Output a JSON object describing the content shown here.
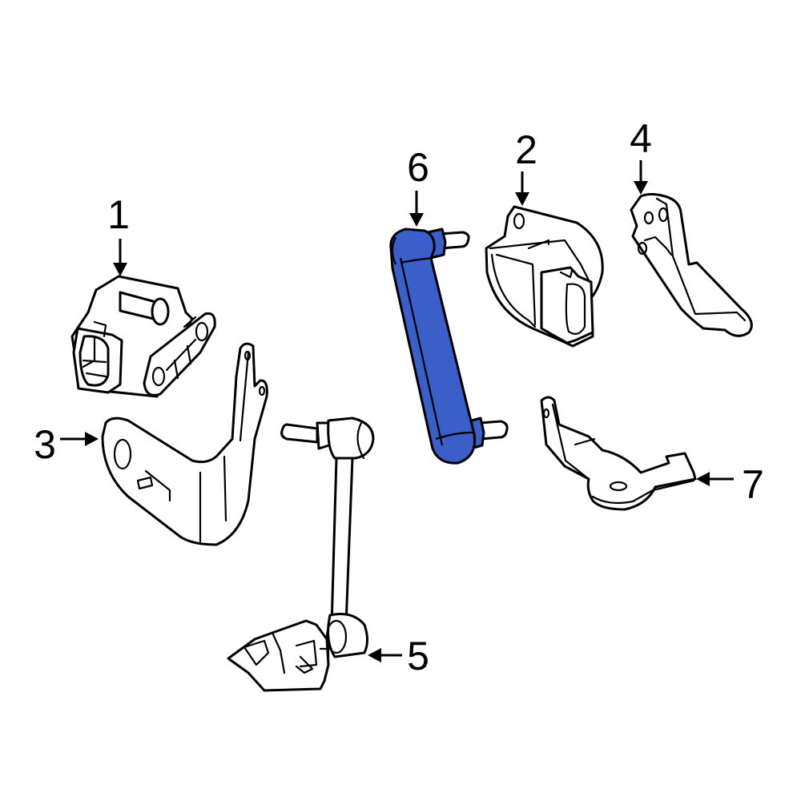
{
  "diagram": {
    "highlight_color": "#3a5fc8",
    "line_color": "#000000",
    "background": "#ffffff",
    "highlighted_part": "6"
  },
  "callouts": [
    {
      "number": "1",
      "part": "ride-height-sensor"
    },
    {
      "number": "2",
      "part": "ride-height-sensor"
    },
    {
      "number": "3",
      "part": "sensor-bracket"
    },
    {
      "number": "4",
      "part": "sensor-bracket"
    },
    {
      "number": "5",
      "part": "ride-height-sensor-with-link"
    },
    {
      "number": "6",
      "part": "sensor-link"
    },
    {
      "number": "7",
      "part": "sensor-lever-arm"
    }
  ]
}
